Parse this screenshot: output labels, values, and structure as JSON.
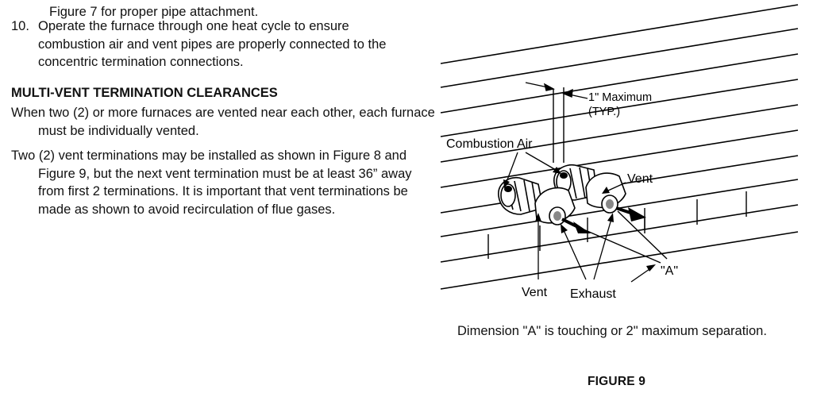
{
  "text": {
    "cut_line": "Figure 7 for proper pipe attachment.",
    "item10": {
      "number": "10.",
      "text": "Operate the furnace through one heat cycle to ensure combustion air and vent pipes are properly connected to the concentric termination connections."
    },
    "heading": "MULTI-VENT TERMINATION CLEARANCES",
    "para1": "When two (2) or more furnaces are vented near each other, each furnace must be individually vented.",
    "para2": "Two (2) vent terminations may be installed as shown in Figure 8 and Figure 9, but the next vent termination must be at least 36” away from first 2 terminations.  It is important that vent terminations be made as shown to avoid recirculation of flue gases."
  },
  "figure": {
    "labels": {
      "maximum": "1\" Maximum",
      "typ": "(TYP.)",
      "combustion_air": "Combustion Air",
      "vent_right": "Vent",
      "vent_bottom": "Vent",
      "exhaust": "Exhaust",
      "dimension_a": "\"A\""
    },
    "caption": "Dimension \"A\" is touching or 2\" maximum separation.",
    "title": "FIGURE 9"
  }
}
